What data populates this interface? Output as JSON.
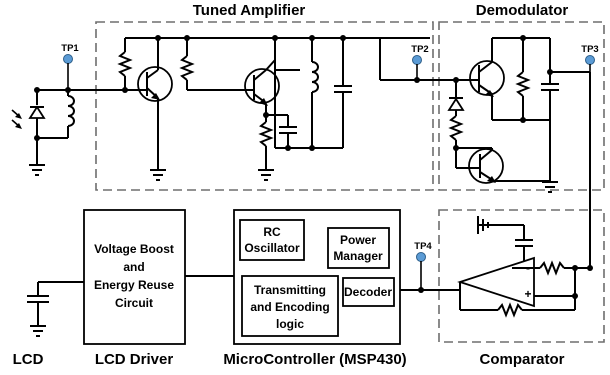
{
  "sections": {
    "tuned_amplifier": "Tuned Amplifier",
    "demodulator": "Demodulator",
    "comparator": "Comparator",
    "lcd": "LCD",
    "lcd_driver": "LCD Driver",
    "microcontroller": "MicroController (MSP430)"
  },
  "blocks": {
    "voltage_boost": [
      "Voltage Boost",
      "and",
      "Energy Reuse",
      "Circuit"
    ],
    "rc_oscillator": [
      "RC",
      "Oscillator"
    ],
    "power_manager": [
      "Power",
      "Manager"
    ],
    "transmitting": [
      "Transmitting",
      "and Encoding",
      "logic"
    ],
    "decoder": "Decoder"
  },
  "test_points": [
    "TP1",
    "TP2",
    "TP3",
    "TP4"
  ],
  "comparator_pins": {
    "minus": "-",
    "plus": "+"
  },
  "colors": {
    "test_point": "#5b9bd5",
    "dashed_border": "#6e6e6e"
  }
}
